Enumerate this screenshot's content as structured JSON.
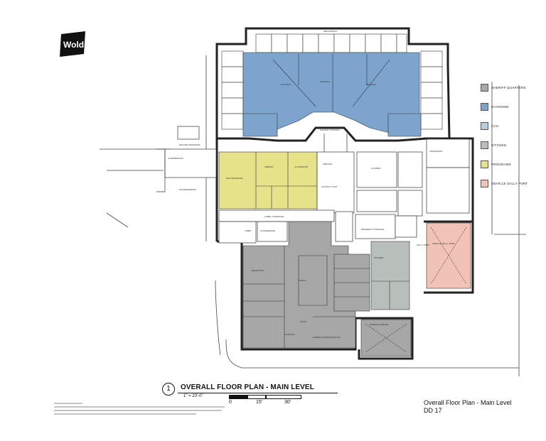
{
  "logo": {
    "text": "Wold"
  },
  "legend": [
    {
      "label": "SHERIFF QUARTERS",
      "color": "#a7a7a7"
    },
    {
      "label": "DAYROOM",
      "color": "#7ca4cc"
    },
    {
      "label": "CCU",
      "color": "#b9cde0"
    },
    {
      "label": "KITCHEN",
      "color": "#b8bfbb"
    },
    {
      "label": "PROGRAMS",
      "color": "#e6e28a"
    },
    {
      "label": "VEHICLE SALLY PORT",
      "color": "#f1c3b6"
    }
  ],
  "title": {
    "number": "1",
    "text": "OVERALL FLOOR PLAN - MAIN LEVEL",
    "scale": "1\" = 20'-0\""
  },
  "scalebar": {
    "labels": [
      "0",
      "15'",
      "30'"
    ]
  },
  "sheet": {
    "title": "Overall Floor Plan - Main Level",
    "code": "DD 17"
  },
  "colors": {
    "wall": "#222222",
    "sheriff": "#a7a7a7",
    "dayroom": "#7ca4cc",
    "ccu": "#b9cde0",
    "kitchen": "#b8bfbb",
    "programs": "#e6e28a",
    "sallyport": "#f1c3b6"
  }
}
